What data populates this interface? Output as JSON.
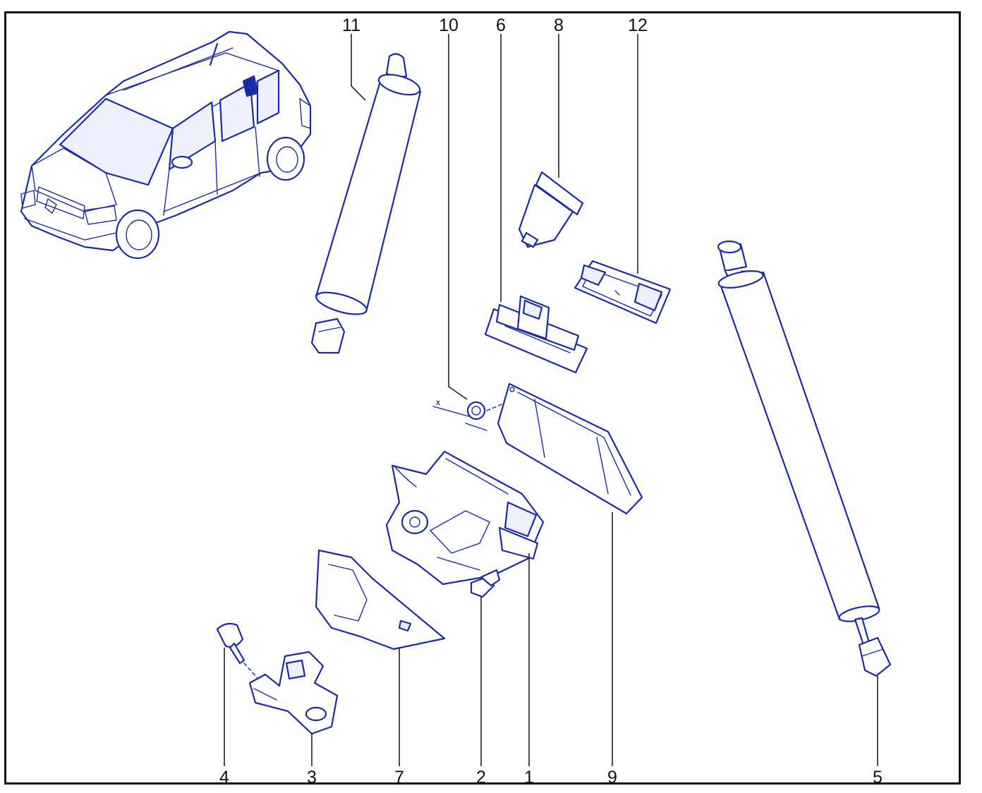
{
  "callouts": [
    {
      "id": "1",
      "text": "1"
    },
    {
      "id": "2",
      "text": "2"
    },
    {
      "id": "3",
      "text": "3"
    },
    {
      "id": "4",
      "text": "4"
    },
    {
      "id": "5",
      "text": "5"
    },
    {
      "id": "6",
      "text": "6"
    },
    {
      "id": "7",
      "text": "7"
    },
    {
      "id": "8",
      "text": "8"
    },
    {
      "id": "9",
      "text": "9"
    },
    {
      "id": "10",
      "text": "10"
    },
    {
      "id": "11",
      "text": "11"
    },
    {
      "id": "12",
      "text": "12"
    }
  ],
  "colors": {
    "line_art": "#1a2aa8",
    "frame": "#111111",
    "background": "#ffffff"
  },
  "symbols": {
    "torque_mark": "x"
  }
}
